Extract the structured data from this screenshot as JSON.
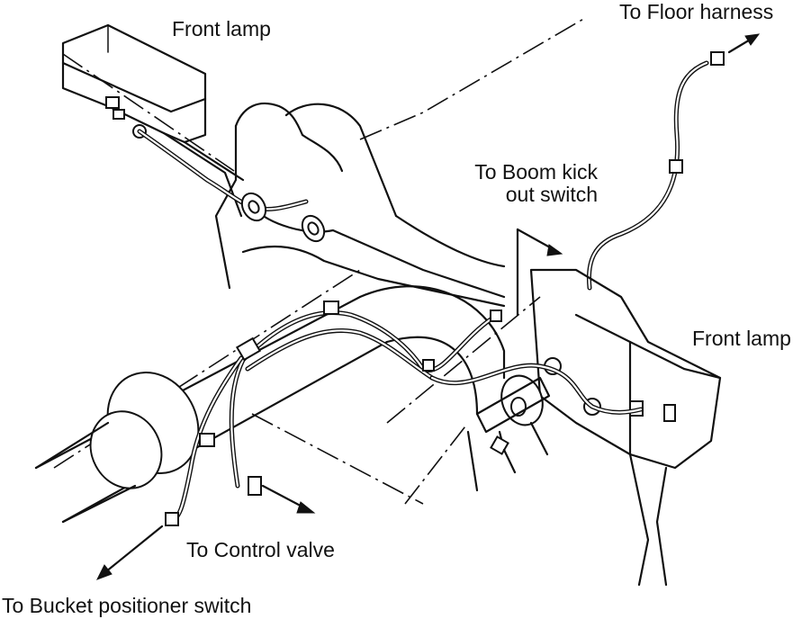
{
  "labels": {
    "front_lamp_left": "Front lamp",
    "to_floor_harness": "To Floor harness",
    "to_boom_kick_line1": "To Boom kick",
    "to_boom_kick_line2": "out switch",
    "front_lamp_right": "Front lamp",
    "to_control_valve": "To Control valve",
    "to_bucket_positioner": "To Bucket positioner switch"
  }
}
